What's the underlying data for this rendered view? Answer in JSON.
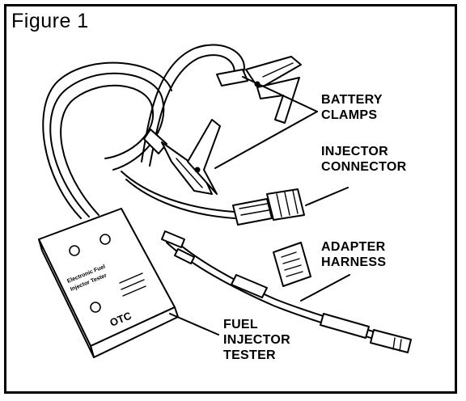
{
  "figure": {
    "title": "Figure 1",
    "callouts": {
      "battery_clamps": [
        "BATTERY",
        "CLAMPS"
      ],
      "injector_connector": [
        "INJECTOR",
        "CONNECTOR"
      ],
      "adapter_harness": [
        "ADAPTER",
        "HARNESS"
      ],
      "fuel_injector_tester": [
        "FUEL",
        "INJECTOR",
        "TESTER"
      ]
    },
    "device": {
      "name_line1": "Electronic Fuel",
      "name_line2": "Injector Tester",
      "brand": "OTC"
    }
  }
}
